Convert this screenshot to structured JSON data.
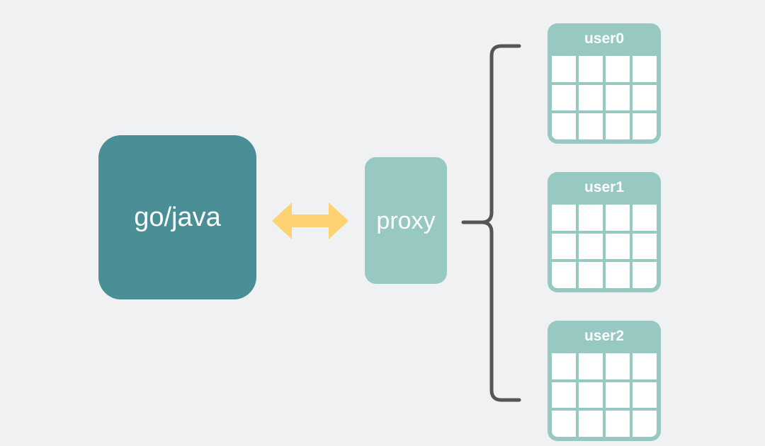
{
  "diagram": {
    "title": "go/java client to proxy to sharded user tables",
    "background_color": "#EFF1F2",
    "nodes": {
      "client": {
        "label": "go/java",
        "color": "#4A8E96",
        "text_color": "#FFFFFF"
      },
      "proxy": {
        "label": "proxy",
        "color": "#97C8C2",
        "text_color": "#FFFFFF"
      }
    },
    "connectors": {
      "bidirectional_arrow": {
        "icon": "double-headed-arrow-icon",
        "color": "#FCD273",
        "direction": "bidirectional"
      },
      "brace": {
        "icon": "curly-brace-icon",
        "color": "#555555",
        "stroke_width": 5,
        "branches": 3
      }
    },
    "tables": [
      {
        "label": "user0",
        "color": "#97C8C2",
        "cell_color": "#FFFFFF",
        "columns": 4,
        "rows": 3
      },
      {
        "label": "user1",
        "color": "#97C8C2",
        "cell_color": "#FFFFFF",
        "columns": 4,
        "rows": 3
      },
      {
        "label": "user2",
        "color": "#97C8C2",
        "cell_color": "#FFFFFF",
        "columns": 4,
        "rows": 3
      }
    ]
  }
}
